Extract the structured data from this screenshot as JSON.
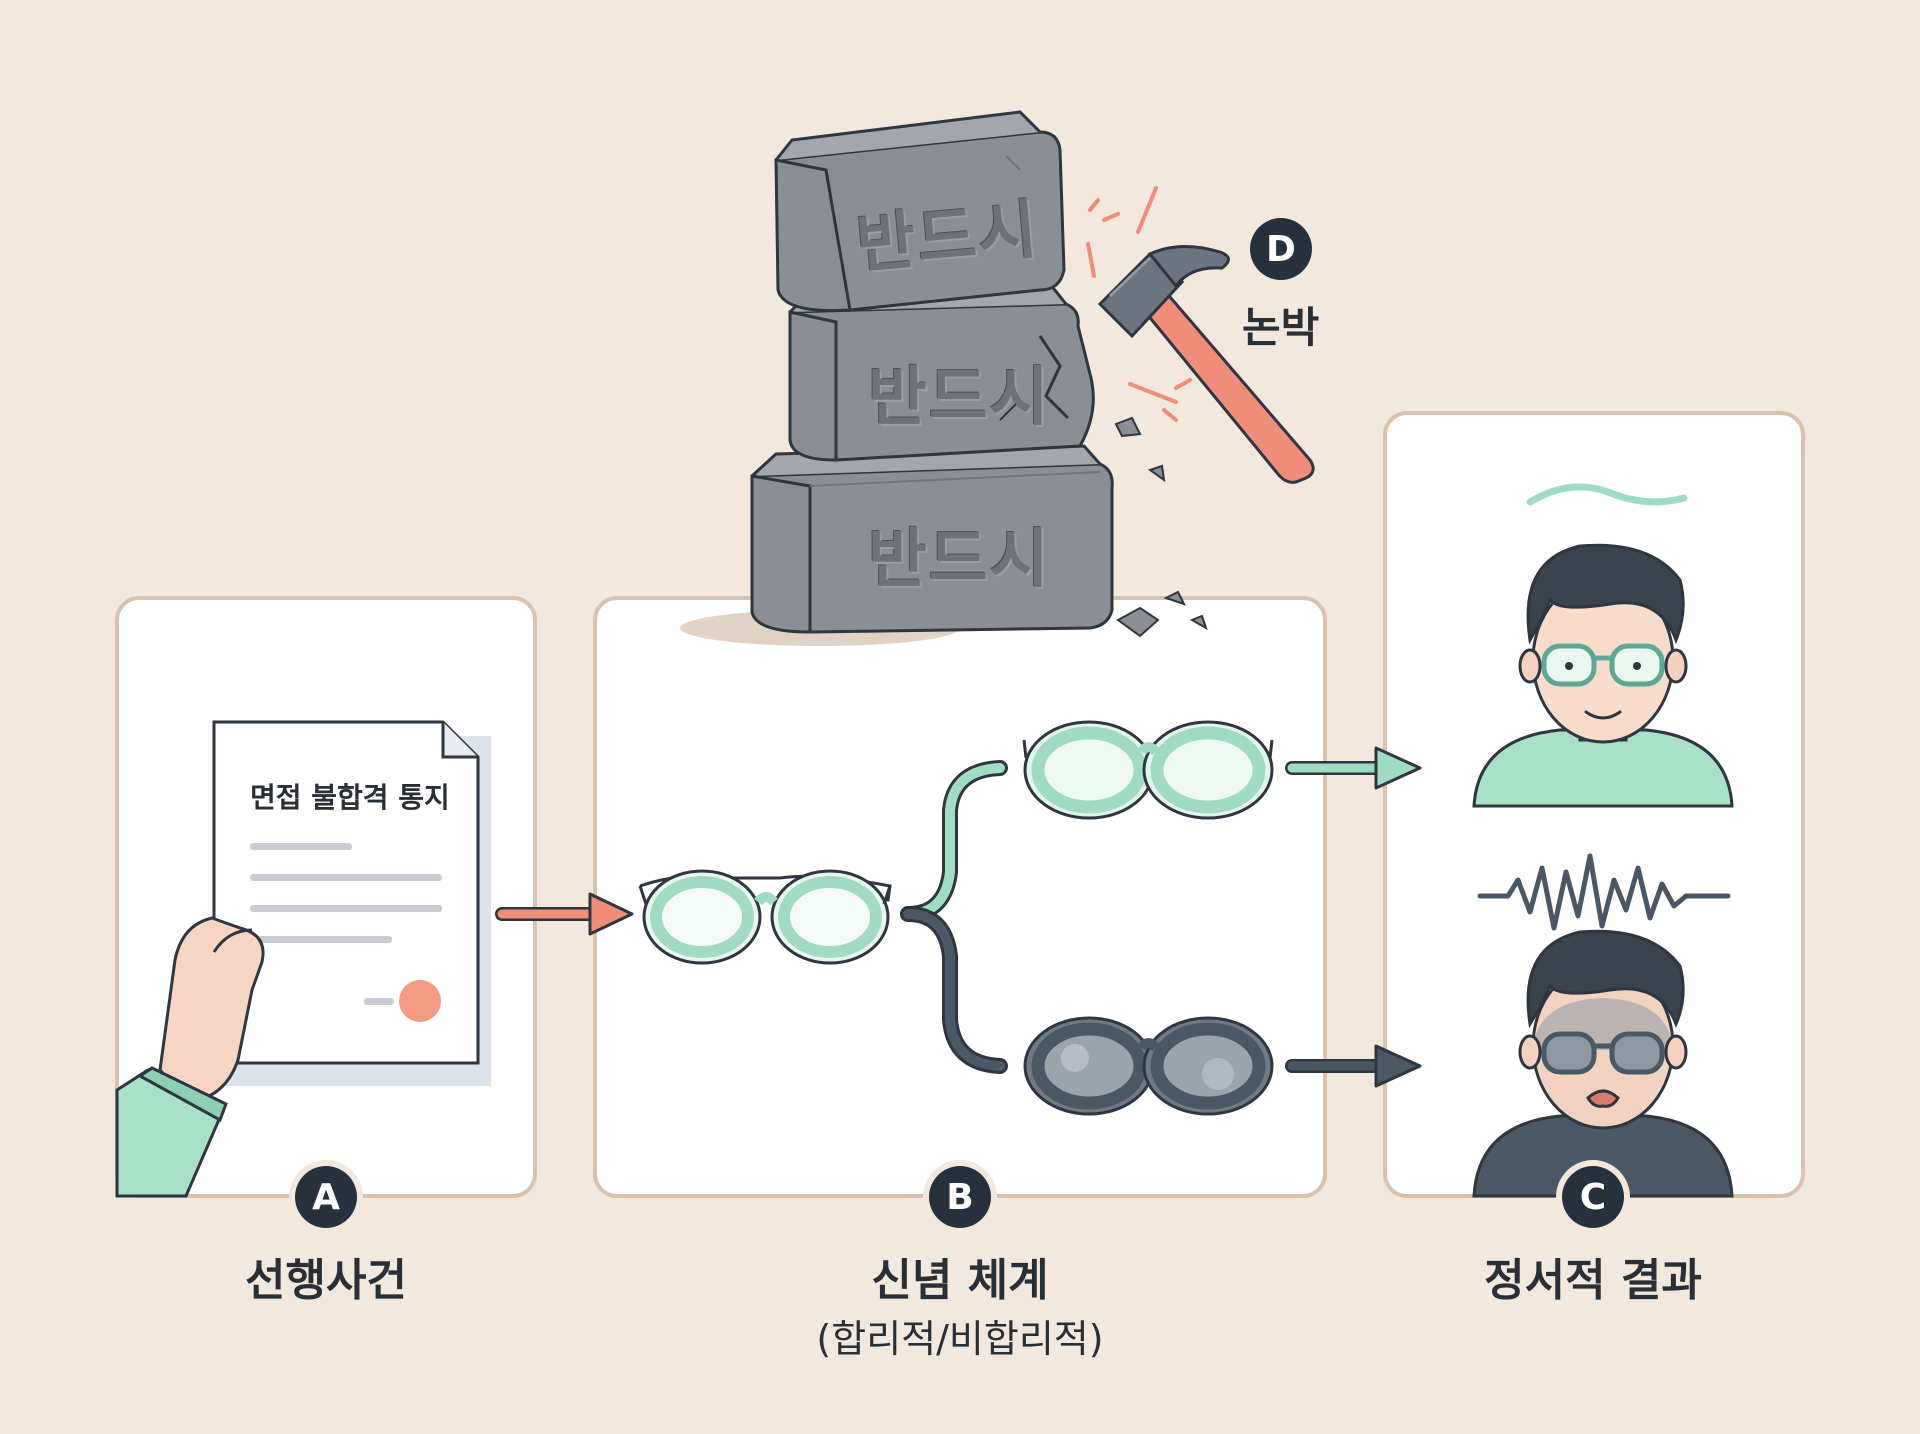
{
  "colors": {
    "background": "#f3e8dd",
    "panel": "#ffffff",
    "panel_border": "#d9c3ae",
    "badge": "#27313d",
    "mint": "#9fdcc3",
    "dark_slate": "#4a5866",
    "salmon": "#ef8c7a",
    "stone": "#8b8f95"
  },
  "section_a": {
    "badge": "A",
    "caption": "선행사건",
    "document_title": "면접 불합격 통지"
  },
  "section_b": {
    "badge": "B",
    "caption": "신념 체계",
    "subcaption": "(합리적/비합리적)"
  },
  "section_c": {
    "badge": "C",
    "caption": "정서적 결과"
  },
  "section_d": {
    "badge": "D",
    "caption": "논박",
    "stones": [
      "반드시",
      "반드시",
      "반드시"
    ]
  },
  "icons": [
    "hand-holding-document-icon",
    "clear-glasses-icon",
    "dark-glasses-icon",
    "calm-wave-icon",
    "agitated-wave-icon",
    "calm-person-icon",
    "distressed-person-icon",
    "hammer-icon",
    "stone-block-icon"
  ]
}
